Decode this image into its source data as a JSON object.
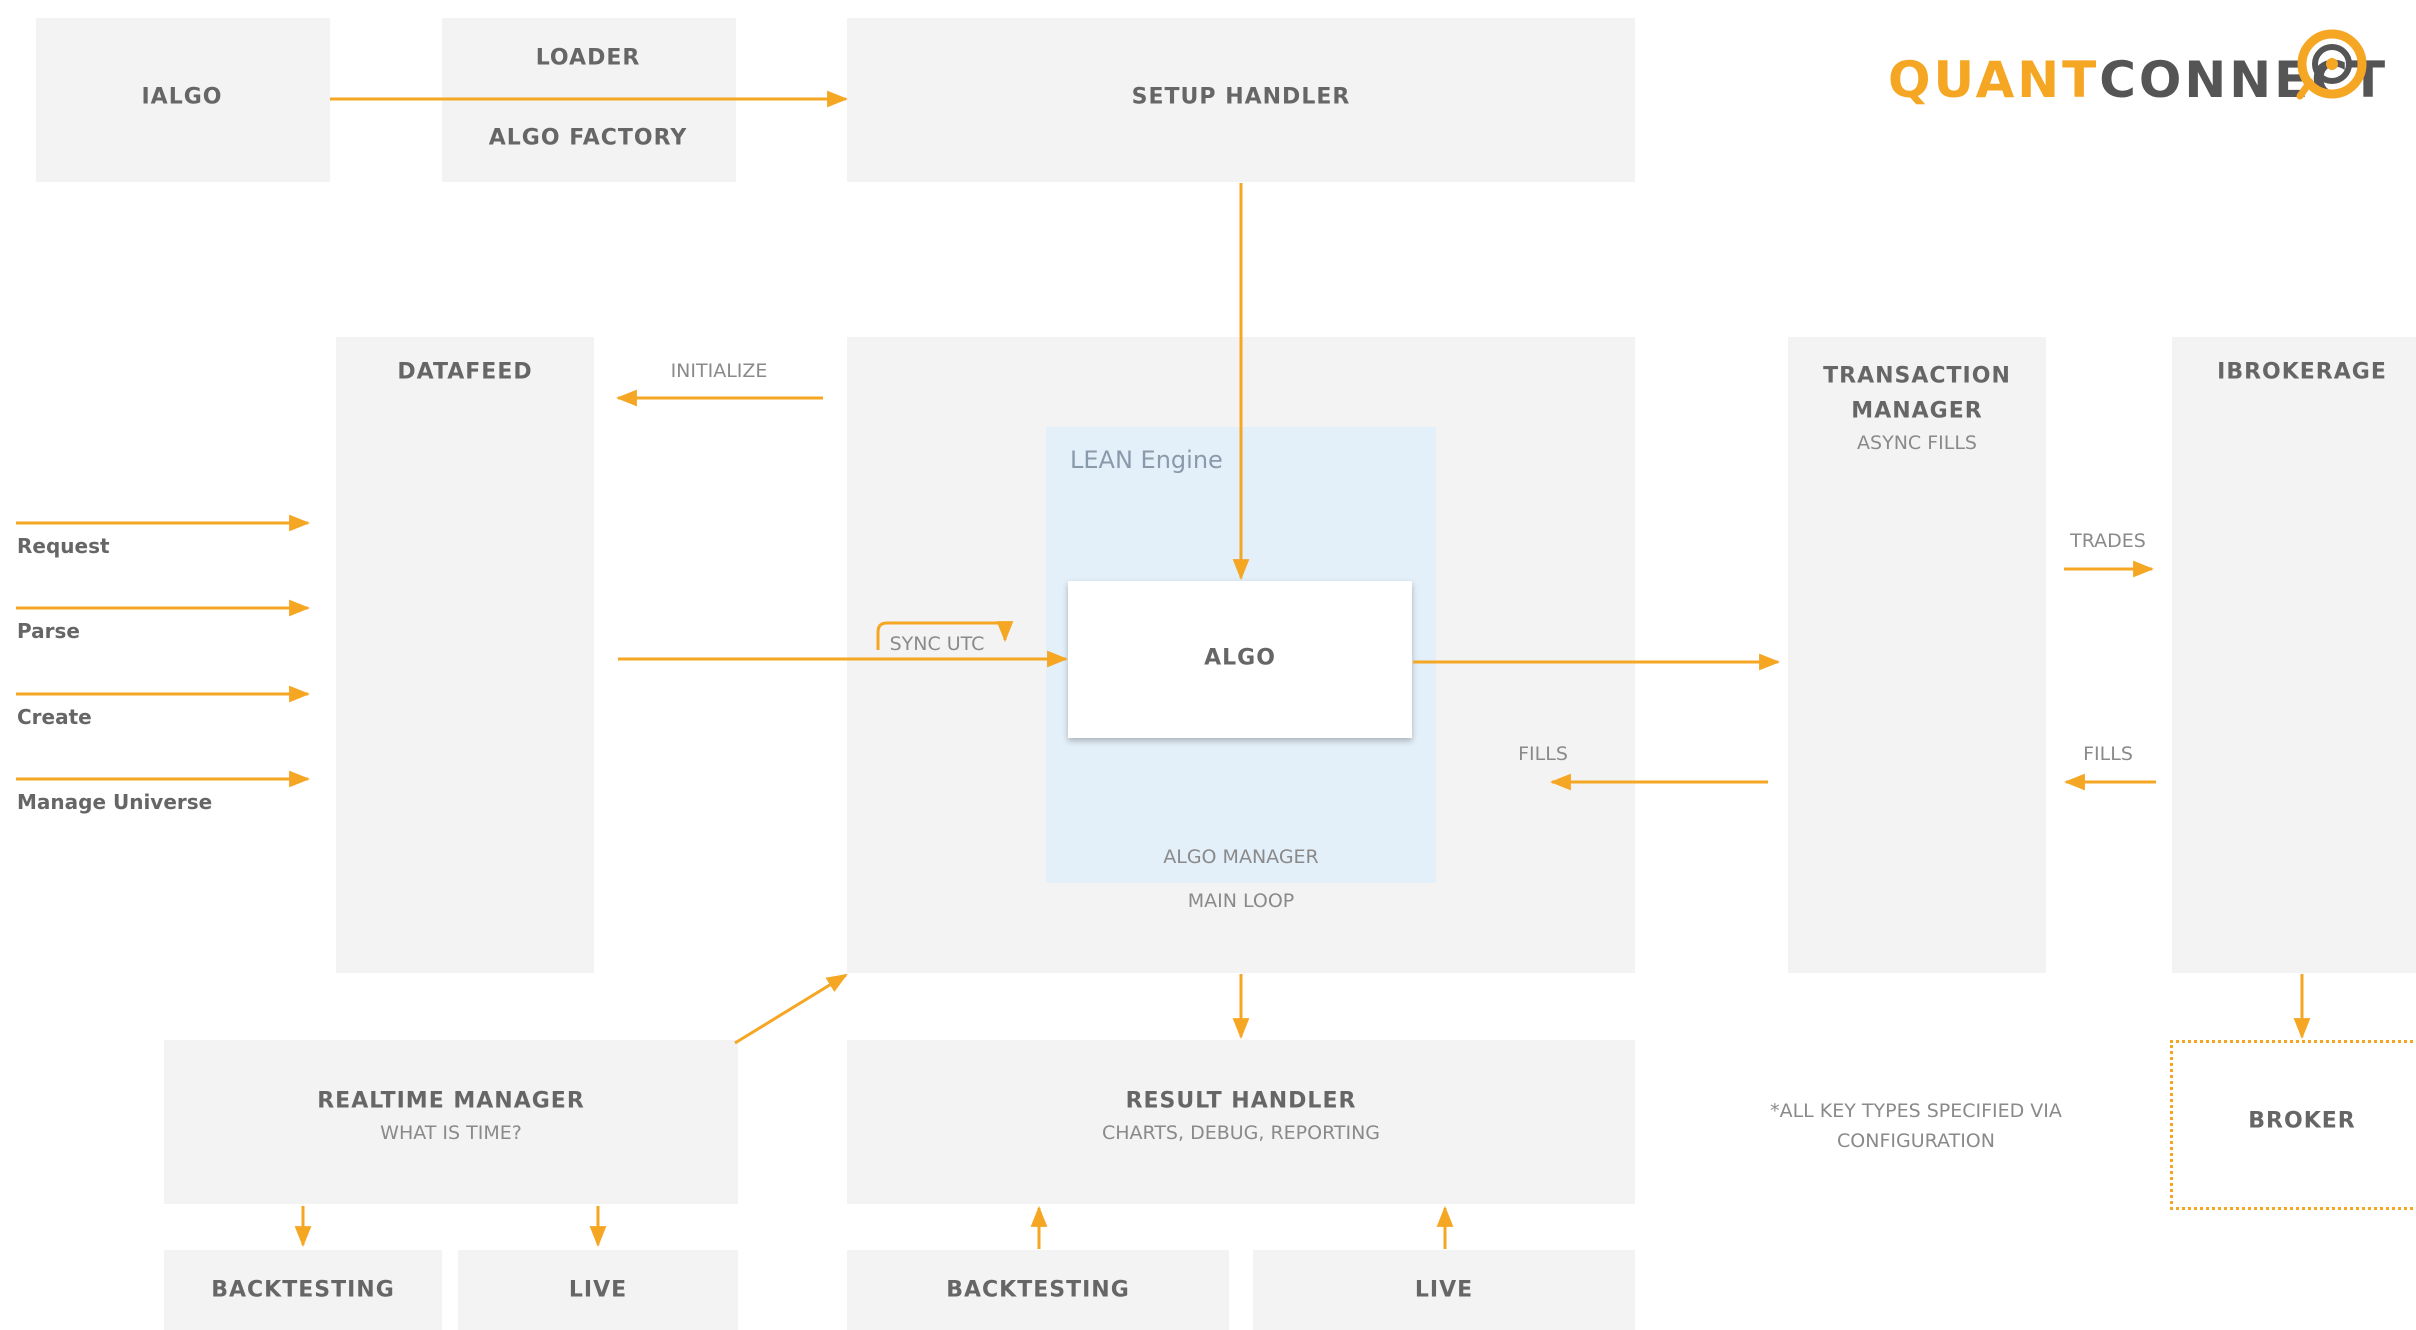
{
  "logo": {
    "part1": "QUANT",
    "part2": "CONNECT",
    "accent_color": "#f5a623",
    "text_color": "#555555",
    "icon": "quantconnect-logo-icon"
  },
  "colors": {
    "box_fill": "#f3f3f3",
    "engine_fill": "#e3eff9",
    "arrow": "#f5a623",
    "label": "#666666"
  },
  "boxes": {
    "ialgo": "IALGO",
    "loader": "LOADER",
    "algo_factory": "ALGO FACTORY",
    "setup_handler": "SETUP HANDLER",
    "datafeed": "DATAFEED",
    "transaction_manager_line1": "TRANSACTION",
    "transaction_manager_line2": "MANAGER",
    "transaction_manager_sub": "ASYNC FILLS",
    "ibrokerage": "IBROKERAGE",
    "realtime_manager": "REALTIME MANAGER",
    "realtime_manager_sub": "WHAT IS TIME?",
    "result_handler": "RESULT HANDLER",
    "result_handler_sub": "CHARTS, DEBUG, REPORTING",
    "backtesting_1": "BACKTESTING",
    "live_1": "LIVE",
    "backtesting_2": "BACKTESTING",
    "live_2": "LIVE",
    "broker": "BROKER"
  },
  "engine": {
    "title": "LEAN Engine",
    "algo": "ALGO",
    "algo_manager": "ALGO MANAGER",
    "main_loop": "MAIN LOOP"
  },
  "arrow_labels": {
    "initialize": "INITIALIZE",
    "sync_utc": "SYNC UTC",
    "fills_left": "FILLS",
    "trades": "TRADES",
    "fills_right": "FILLS"
  },
  "datafeed_inputs": [
    "Request",
    "Parse",
    "Create",
    "Manage Universe"
  ],
  "footnote_line1": "*ALL KEY TYPES SPECIFIED VIA",
  "footnote_line2": "CONFIGURATION"
}
